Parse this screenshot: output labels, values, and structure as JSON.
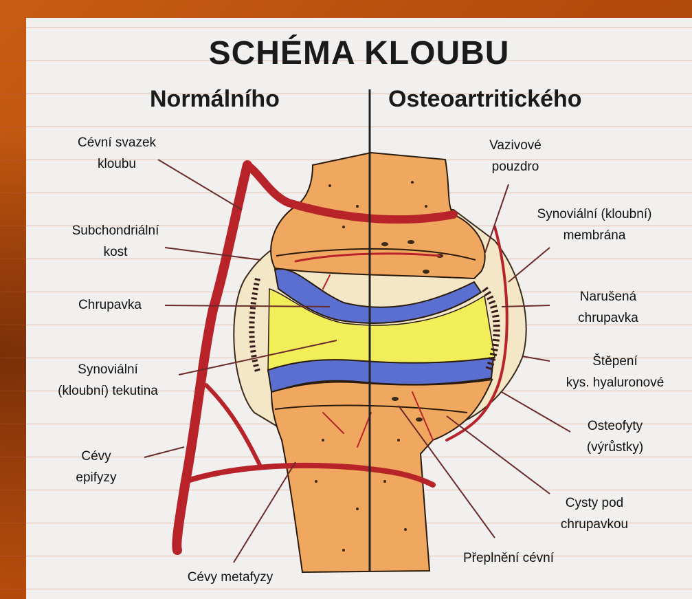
{
  "title": "SCHÉMA KLOUBU",
  "headings": {
    "left": "Normálního",
    "right": "Osteoartritického"
  },
  "labels_left": {
    "vessel_bundle": "Cévní svazek\nkloubu",
    "subchondral_bone": "Subchondriální\nkost",
    "cartilage": "Chrupavka",
    "synovial_fluid": "Synoviální\n(kloubní) tekutina",
    "epiphysis_vessels": "Cévy\nepifyzy",
    "metaphysis_vessels": "Cévy metafyzy"
  },
  "labels_right": {
    "fibrous_capsule": "Vazivové\npouzdro",
    "synovial_membrane": "Synoviální (kloubní)\nmembrána",
    "damaged_cartilage": "Narušená\nchrupavka",
    "hyaluronic_cleavage": "Štěpení\nkys. hyaluronové",
    "osteophytes": "Osteofyty\n(výrůstky)",
    "subchondral_cysts": "Cysty pod\nchrupavkou",
    "vascular_congestion": "Přeplnění cévní"
  },
  "colors": {
    "bone": "#f0a860",
    "cartilage": "#5b6fd0",
    "synovial_fluid": "#f2ee5a",
    "vessel": "#b8232a",
    "background_slide": "#b8520f",
    "panel": "#f2f0ee"
  }
}
